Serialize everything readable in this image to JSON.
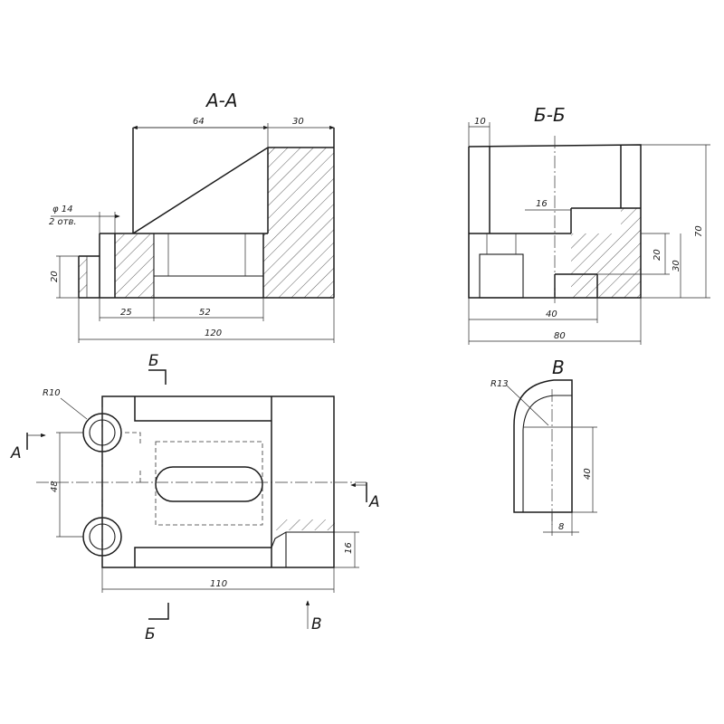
{
  "views": {
    "section_a": "А-А",
    "section_b": "Б-Б",
    "view_v": "В"
  },
  "markers": {
    "a_left": "А",
    "a_right": "А",
    "b_top": "Б",
    "b_bottom": "Б",
    "v_bottom": "В"
  },
  "dims": {
    "aa_64": "64",
    "aa_30": "30",
    "aa_hole": "φ 14",
    "aa_holes": "2 отв.",
    "aa_20": "20",
    "aa_25": "25",
    "aa_52": "52",
    "aa_120": "120",
    "bb_10": "10",
    "bb_16": "16",
    "bb_20": "20",
    "bb_30": "30",
    "bb_70": "70",
    "bb_40": "40",
    "bb_80": "80",
    "v_r13": "R13",
    "v_40": "40",
    "v_8": "8",
    "plan_r10": "R10",
    "plan_48": "48",
    "plan_16": "16",
    "plan_110": "110"
  }
}
